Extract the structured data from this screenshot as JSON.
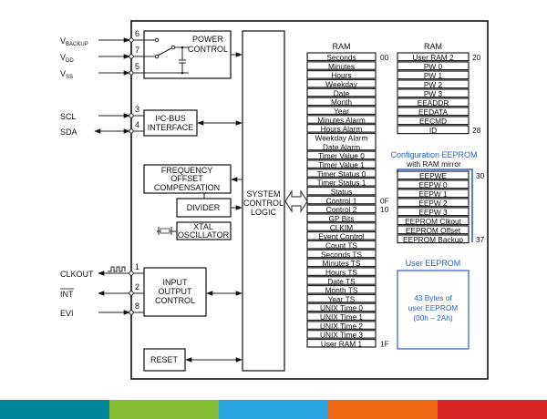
{
  "pins": [
    {
      "name": "V",
      "sub": "BACKUP",
      "num": "6",
      "dir": "in"
    },
    {
      "name": "V",
      "sub": "DD",
      "num": "7",
      "dir": "in"
    },
    {
      "name": "V",
      "sub": "SS",
      "num": "5",
      "dir": "in"
    },
    {
      "name": "SCL",
      "num": "3",
      "dir": "in"
    },
    {
      "name": "SDA",
      "num": "4",
      "dir": "bi"
    },
    {
      "name": "CLKOUT",
      "num": "1",
      "dir": "out"
    },
    {
      "name": "INT",
      "num": "2",
      "dir": "out",
      "overline": true
    },
    {
      "name": "EVI",
      "num": "8",
      "dir": "in"
    }
  ],
  "blocks": {
    "power_control": [
      "POWER",
      "CONTROL"
    ],
    "i2c": [
      "I²C-BUS",
      "INTERFACE"
    ],
    "freq_offset": [
      "FREQUENCY",
      "OFFSET",
      "COMPENSATION"
    ],
    "divider": [
      "DIVIDER"
    ],
    "xtal": [
      "XTAL",
      "OSCILLATOR"
    ],
    "io_control": [
      "INPUT",
      "OUTPUT",
      "CONTROL"
    ],
    "reset": [
      "RESET"
    ],
    "system_logic": [
      "SYSTEM",
      "CONTROL",
      "LOGIC"
    ]
  },
  "ram1": {
    "title": "RAM",
    "rows": [
      "Seconds",
      "Minutes",
      "Hours",
      "Weekday",
      "Date",
      "Month",
      "Year",
      "Minutes Alarm",
      "Hours Alarm",
      "Weekday Alarm",
      "Date Alarm",
      "Timer Value 0",
      "Timer Value 1",
      "Timer Status 0",
      "Timer Status 1",
      "Status",
      "Control 1",
      "Control 2",
      "GP Bits",
      "CLKIM",
      "Event Control",
      "Count TS",
      "Seconds TS",
      "Minutes TS",
      "Hours TS",
      "Date TS",
      "Month TS",
      "Year TS",
      "UNIX Time 0",
      "UNIX Time 1",
      "UNIX Time 2",
      "UNIX Time 3",
      "User RAM 1"
    ],
    "addresses": [
      {
        "row": 0,
        "text": "00"
      },
      {
        "row": 16,
        "text": "0F"
      },
      {
        "row": 17,
        "text": "10"
      },
      {
        "row": 32,
        "text": "1F"
      }
    ]
  },
  "ram2": {
    "title": "RAM",
    "rows": [
      "User RAM 2",
      "PW 0",
      "PW 1",
      "PW 2",
      "PW 3",
      "EEADDR",
      "EEDATA",
      "EECMD",
      "ID"
    ],
    "addresses": [
      {
        "row": 0,
        "text": "20"
      },
      {
        "row": 8,
        "text": "28"
      }
    ]
  },
  "config_eeprom": {
    "title": "Configuration EEPROM",
    "subtitle": "with RAM mirror",
    "rows": [
      "EEPWE",
      "EEPW 0",
      "EEPW 1",
      "EEPW 2",
      "EEPW 3",
      "EEPROM Clkout",
      "EEPROM Offset",
      "EEPROM Backup"
    ],
    "addresses": [
      {
        "row": 0,
        "text": "30"
      },
      {
        "row": 7,
        "text": "37"
      }
    ]
  },
  "user_eeprom": {
    "title": "User EEPROM",
    "lines": [
      "43 Bytes of",
      "user EEPROM",
      "(00h – 2Ah)"
    ]
  },
  "colors": {
    "accent_blue": "#2a62c4",
    "bar": [
      "#00889a",
      "#84bb35",
      "#28a5de",
      "#ec6510",
      "#d82424"
    ]
  }
}
